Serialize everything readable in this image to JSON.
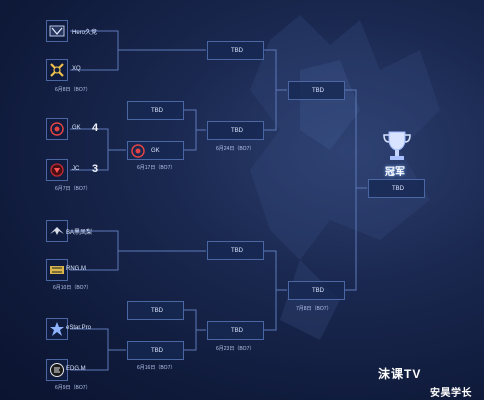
{
  "tbd": "TBD",
  "teams": {
    "hero": "Hero久竞",
    "xq": "XQ",
    "gk": "GK",
    "jc": "JC",
    "ba": "BA黑凤梨",
    "rng": "RNG.M",
    "estar": "eStar.Pro",
    "edg": "EDG.M"
  },
  "scores": {
    "gk": "4",
    "jc": "3"
  },
  "dates": {
    "m1": "6月8日（BO7）",
    "m2": "6月7日（BO7）",
    "m3": "6月10日（BO7）",
    "m4": "6月9日（BO7）",
    "r2_upper": "6月17日（BO7）",
    "r2_lower": "6月16日（BO7）",
    "semi_upper": "6月24日（BO7）",
    "semi_lower": "6月23日（BO7）",
    "final": "7月8日（BO7）"
  },
  "champion_label": "冠军",
  "watermark": {
    "line1": "沫课TV",
    "line2": "安昊学长"
  },
  "colors": {
    "line": "#5d79b8",
    "box_border": "#4a67a3",
    "accent": "#f04a4a"
  }
}
